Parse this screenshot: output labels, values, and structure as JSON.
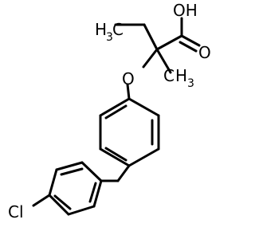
{
  "molecule": {
    "labels": {
      "oh": "OH",
      "carbonyl_o": "O",
      "ether_o": "O",
      "ethyl_h": "H",
      "ethyl_h_count": "3",
      "ethyl_c": "C",
      "methyl_c": "C",
      "methyl_h": "H",
      "methyl_h_count": "3",
      "chlorine": "Cl"
    },
    "colors": {
      "bond": "#000000",
      "text": "#000000",
      "background": "#ffffff"
    }
  }
}
